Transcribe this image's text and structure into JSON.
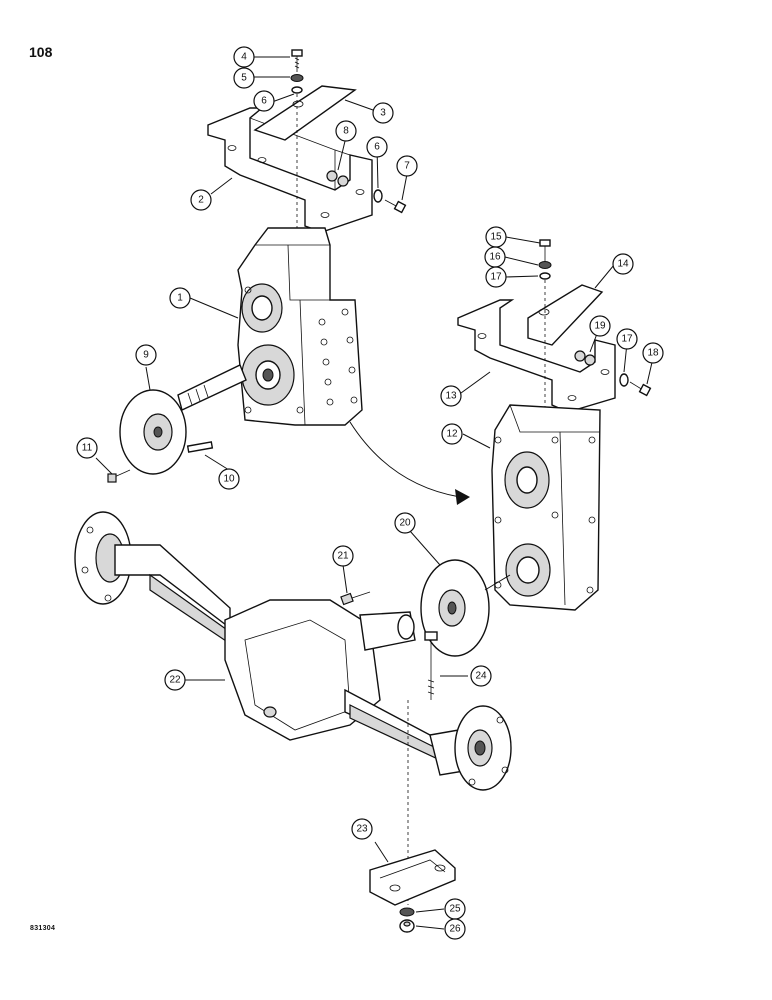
{
  "page": {
    "page_number": "108",
    "figure_code": "831304"
  },
  "callouts": [
    {
      "id": "c1",
      "label": "1"
    },
    {
      "id": "c2",
      "label": "2"
    },
    {
      "id": "c3",
      "label": "3"
    },
    {
      "id": "c4",
      "label": "4"
    },
    {
      "id": "c5",
      "label": "5"
    },
    {
      "id": "c6a",
      "label": "6"
    },
    {
      "id": "c6b",
      "label": "6"
    },
    {
      "id": "c7",
      "label": "7"
    },
    {
      "id": "c8",
      "label": "8"
    },
    {
      "id": "c9",
      "label": "9"
    },
    {
      "id": "c10",
      "label": "10"
    },
    {
      "id": "c11",
      "label": "11"
    },
    {
      "id": "c12",
      "label": "12"
    },
    {
      "id": "c13",
      "label": "13"
    },
    {
      "id": "c14",
      "label": "14"
    },
    {
      "id": "c15",
      "label": "15"
    },
    {
      "id": "c16",
      "label": "16"
    },
    {
      "id": "c17a",
      "label": "17"
    },
    {
      "id": "c17b",
      "label": "17"
    },
    {
      "id": "c18",
      "label": "18"
    },
    {
      "id": "c19",
      "label": "19"
    },
    {
      "id": "c20",
      "label": "20"
    },
    {
      "id": "c21",
      "label": "21"
    },
    {
      "id": "c22",
      "label": "22"
    },
    {
      "id": "c23",
      "label": "23"
    },
    {
      "id": "c24",
      "label": "24"
    },
    {
      "id": "c25",
      "label": "25"
    },
    {
      "id": "c26",
      "label": "26"
    }
  ]
}
